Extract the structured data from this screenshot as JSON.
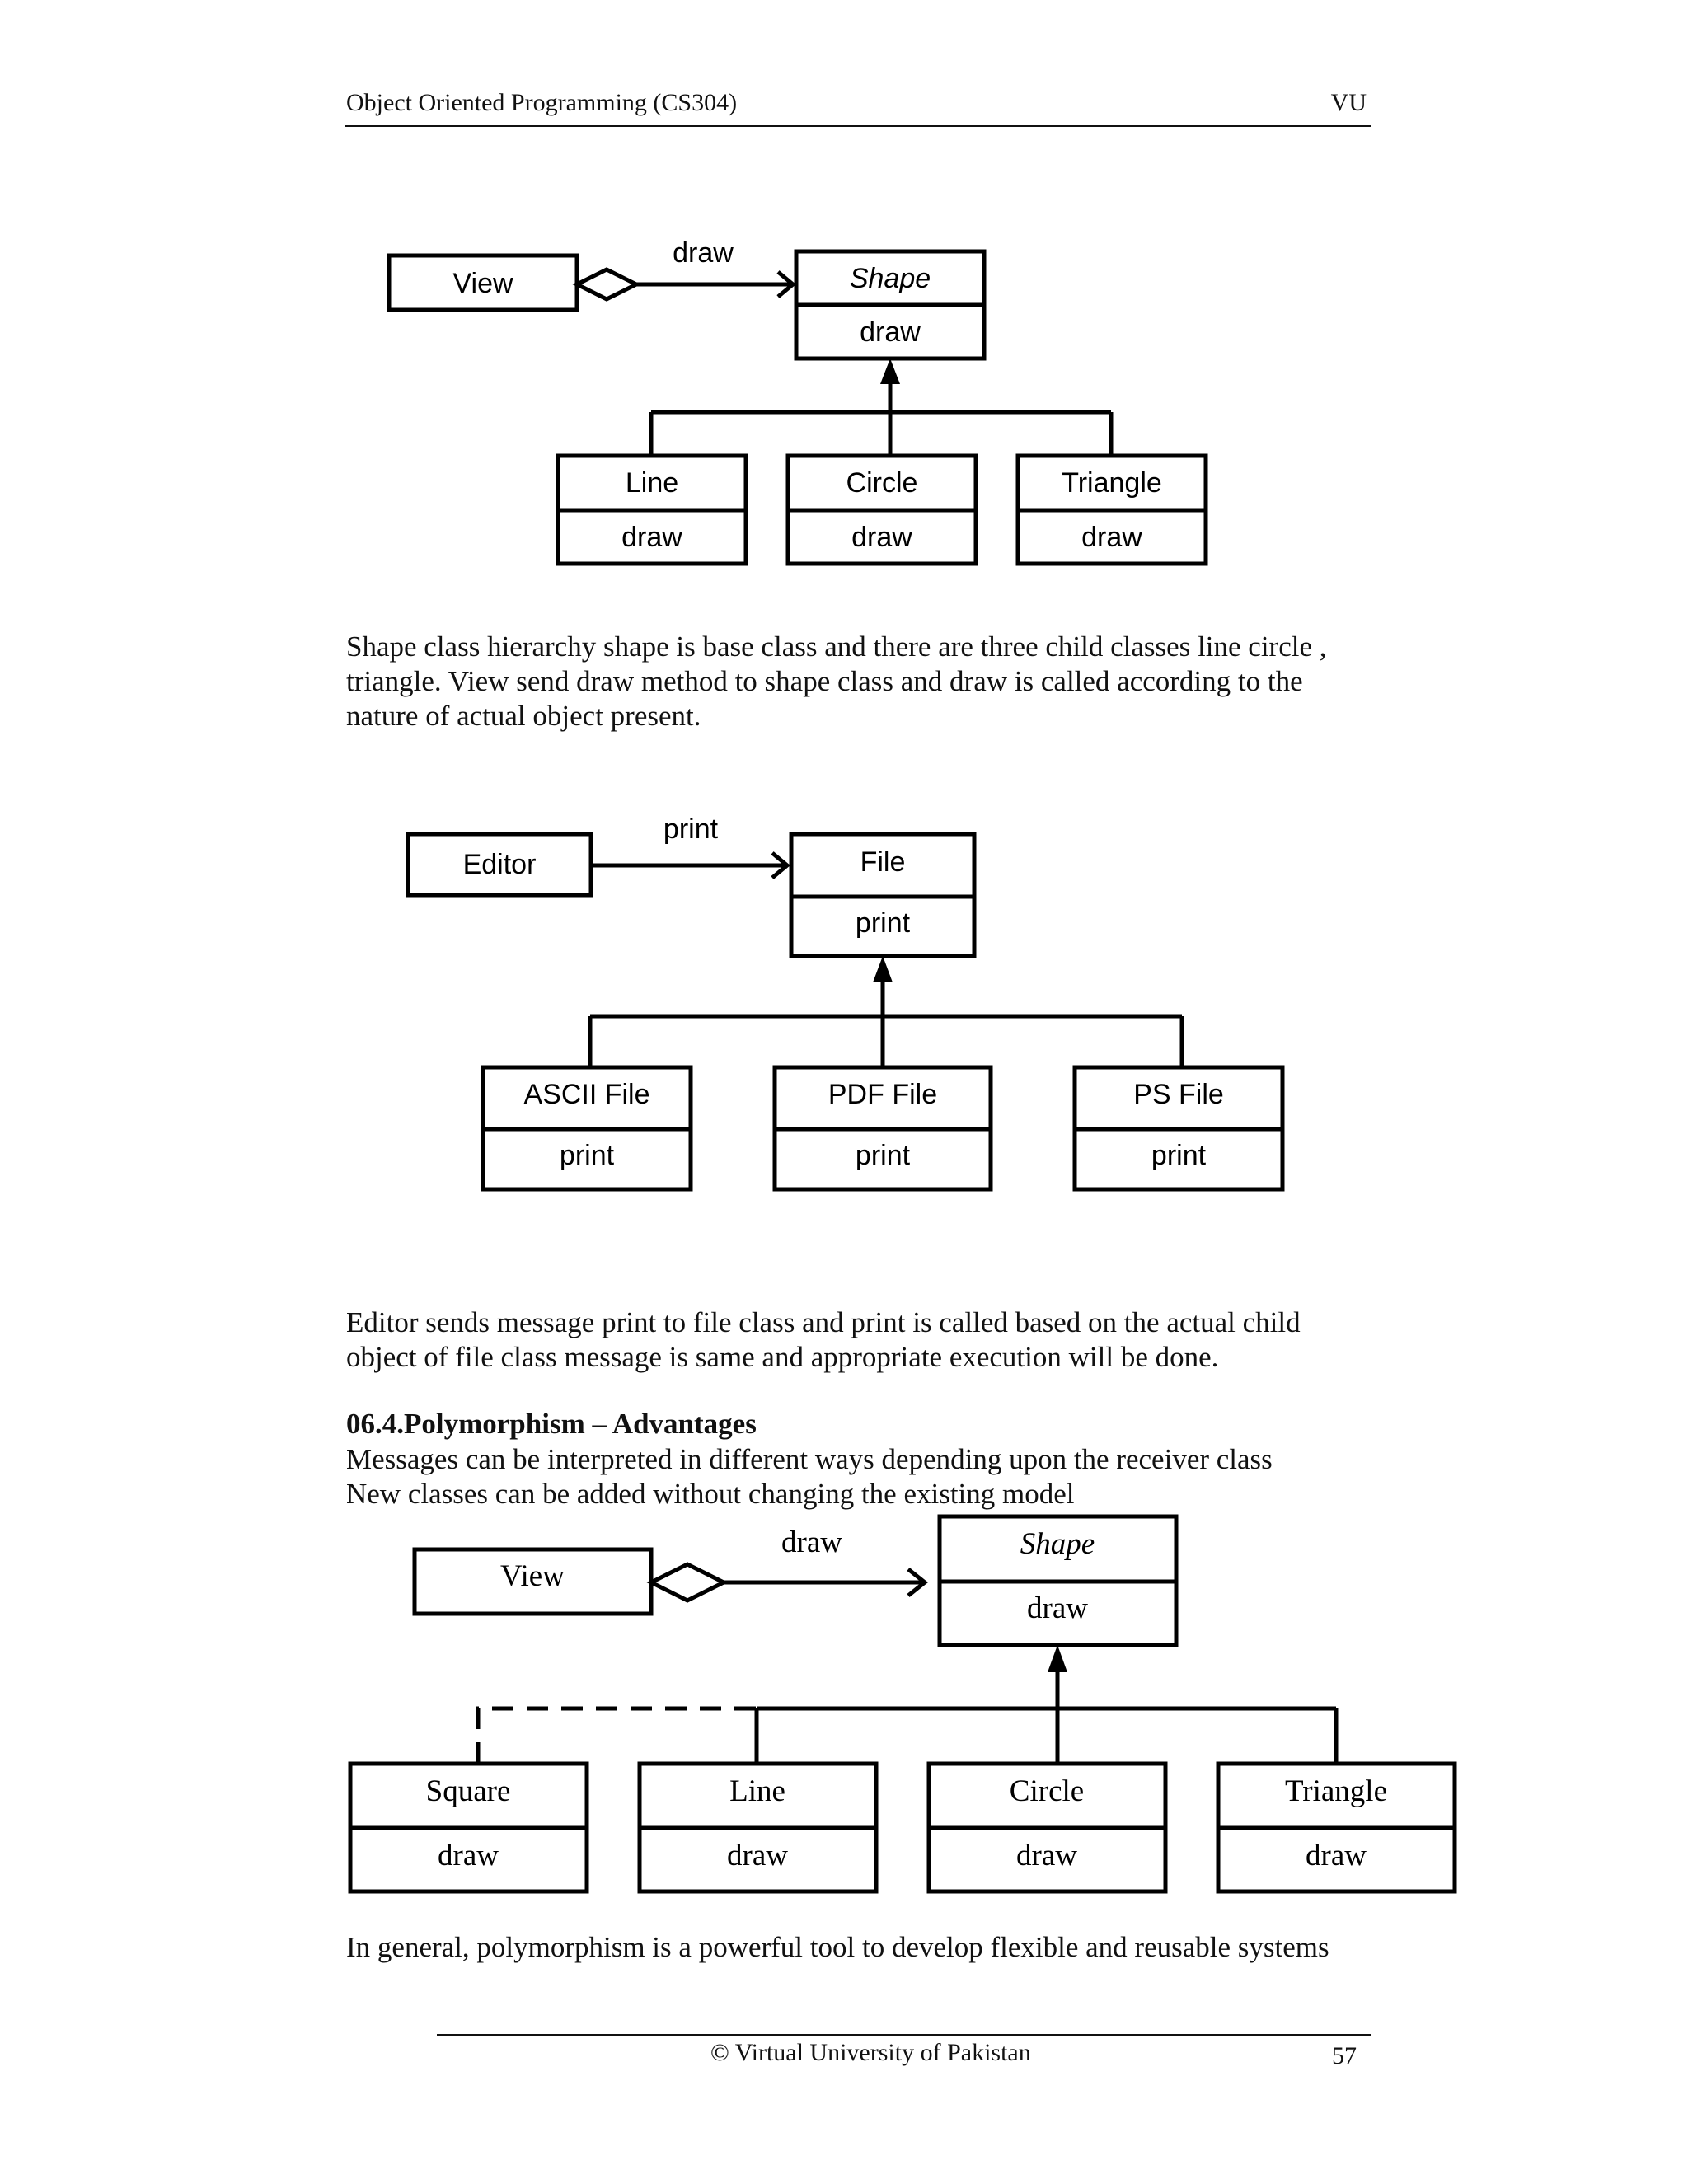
{
  "header": {
    "left": "Object Oriented Programming (CS304)",
    "right": "VU"
  },
  "diagram1": {
    "source": "View",
    "message": "draw",
    "parent": {
      "name": "Shape",
      "method": "draw"
    },
    "children": [
      {
        "name": "Line",
        "method": "draw"
      },
      {
        "name": "Circle",
        "method": "draw"
      },
      {
        "name": "Triangle",
        "method": "draw"
      }
    ]
  },
  "paragraph1": [
    "Shape class hierarchy shape is base class and there are three child classes line circle ,",
    "triangle. View send draw method to shape class and draw is called according to the",
    "nature of actual object present."
  ],
  "diagram2": {
    "source": "Editor",
    "message": "print",
    "parent": {
      "name": "File",
      "method": "print"
    },
    "children": [
      {
        "name": "ASCII File",
        "method": "print"
      },
      {
        "name": "PDF File",
        "method": "print"
      },
      {
        "name": "PS File",
        "method": "print"
      }
    ]
  },
  "paragraph2": [
    "Editor sends message print to file class and print is called based on the actual child",
    "object of file class message is same and appropriate execution will be done."
  ],
  "section": {
    "heading": "06.4.Polymorphism – Advantages",
    "lines": [
      "Messages can be interpreted in different ways depending upon the receiver class",
      "New classes can be added without changing the existing model"
    ]
  },
  "diagram3": {
    "source": "View",
    "message": "draw",
    "parent": {
      "name": "Shape",
      "method": "draw"
    },
    "children": [
      {
        "name": "Square",
        "method": "draw"
      },
      {
        "name": "Line",
        "method": "draw"
      },
      {
        "name": "Circle",
        "method": "draw"
      },
      {
        "name": "Triangle",
        "method": "draw"
      }
    ]
  },
  "conclusion": "In general, polymorphism is a powerful tool to develop flexible and reusable systems",
  "footer": {
    "copyright": "© Virtual University of Pakistan",
    "page_number": "57"
  }
}
